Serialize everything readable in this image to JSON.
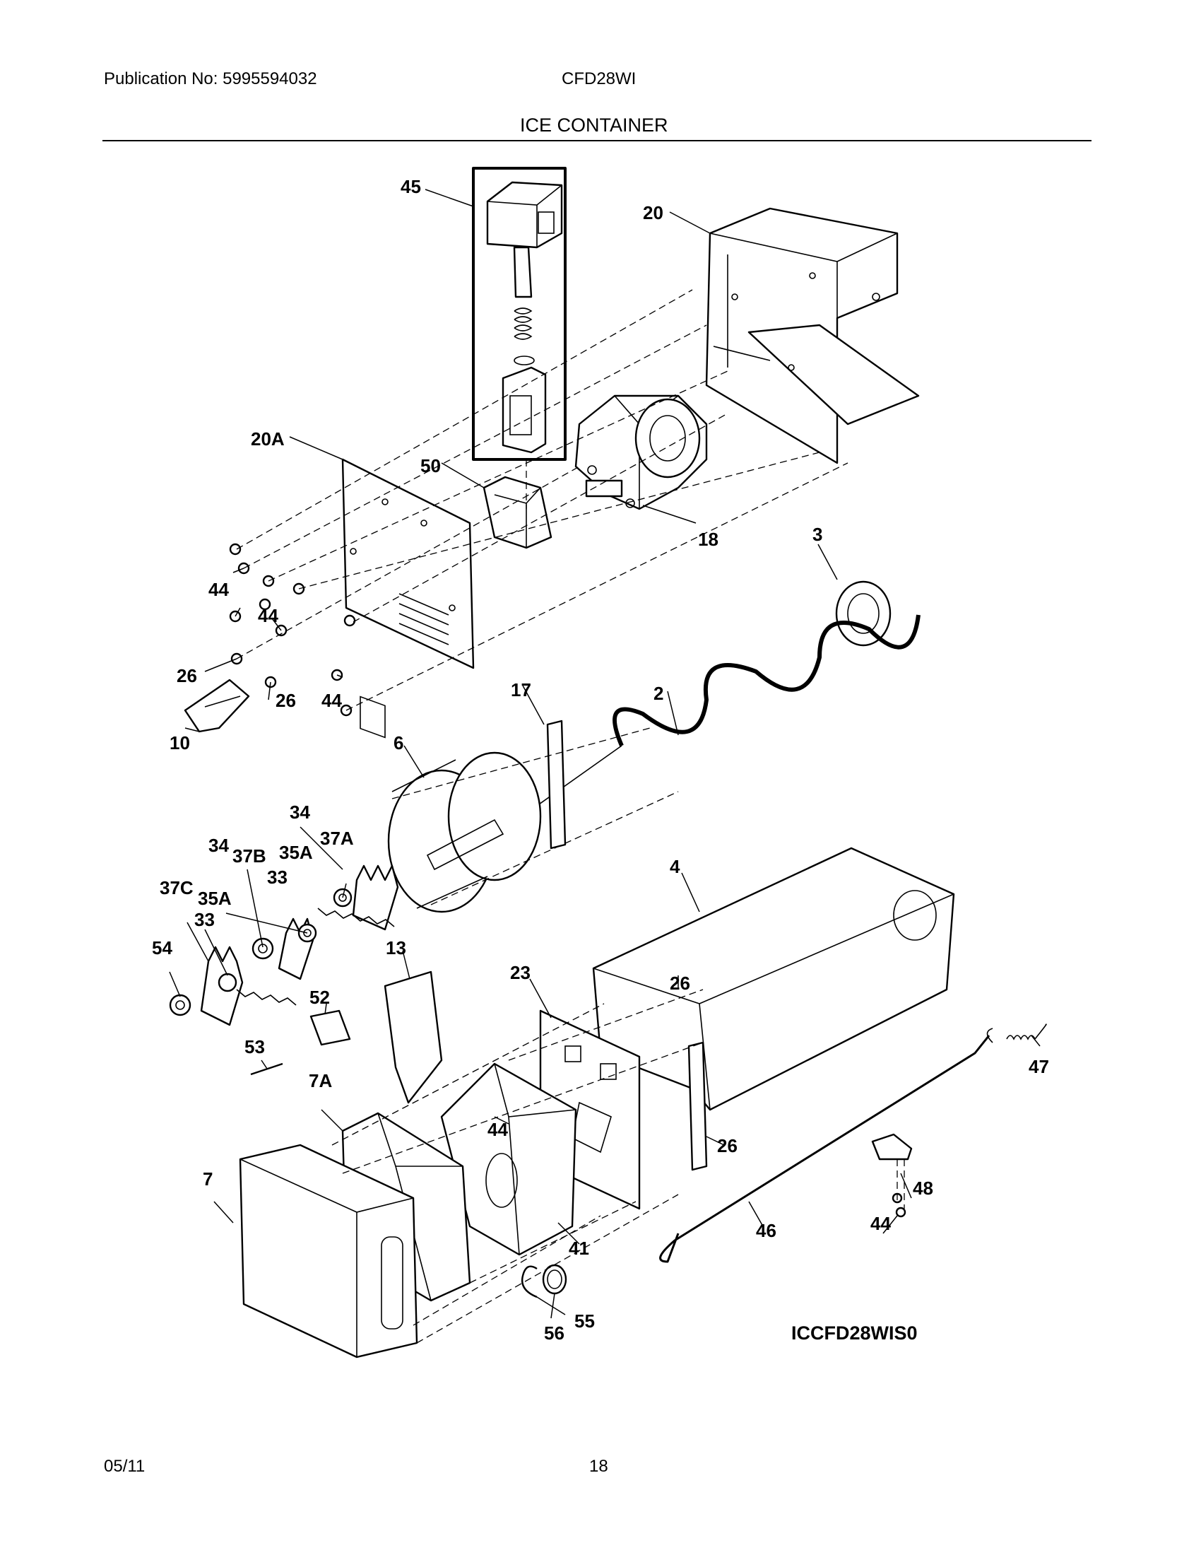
{
  "header": {
    "publication": "Publication No: 5995594032",
    "model": "CFD28WI",
    "section_title": "ICE CONTAINER"
  },
  "diagram": {
    "code": "ICCFD28WIS0",
    "callouts": {
      "c45": "45",
      "c20": "20",
      "c20A": "20A",
      "c50": "50",
      "c18": "18",
      "c3": "3",
      "c44a": "44",
      "c44b": "44",
      "c44c": "44",
      "c44d": "44",
      "c44e": "44",
      "c26a": "26",
      "c26b": "26",
      "c26c": "26",
      "c26d": "26",
      "c10": "10",
      "c17": "17",
      "c2": "2",
      "c6": "6",
      "c34a": "34",
      "c34b": "34",
      "c37A": "37A",
      "c37B": "37B",
      "c35Aa": "35A",
      "c35Ab": "35A",
      "c37C": "37C",
      "c33a": "33",
      "c33b": "33",
      "c54": "54",
      "c13": "13",
      "c4": "4",
      "c23": "23",
      "c52": "52",
      "c53": "53",
      "c7A": "7A",
      "c47": "47",
      "c7": "7",
      "c41": "41",
      "c48": "48",
      "c46": "46",
      "c55": "55",
      "c56": "56"
    }
  },
  "footer": {
    "date": "05/11",
    "page_number": "18"
  }
}
